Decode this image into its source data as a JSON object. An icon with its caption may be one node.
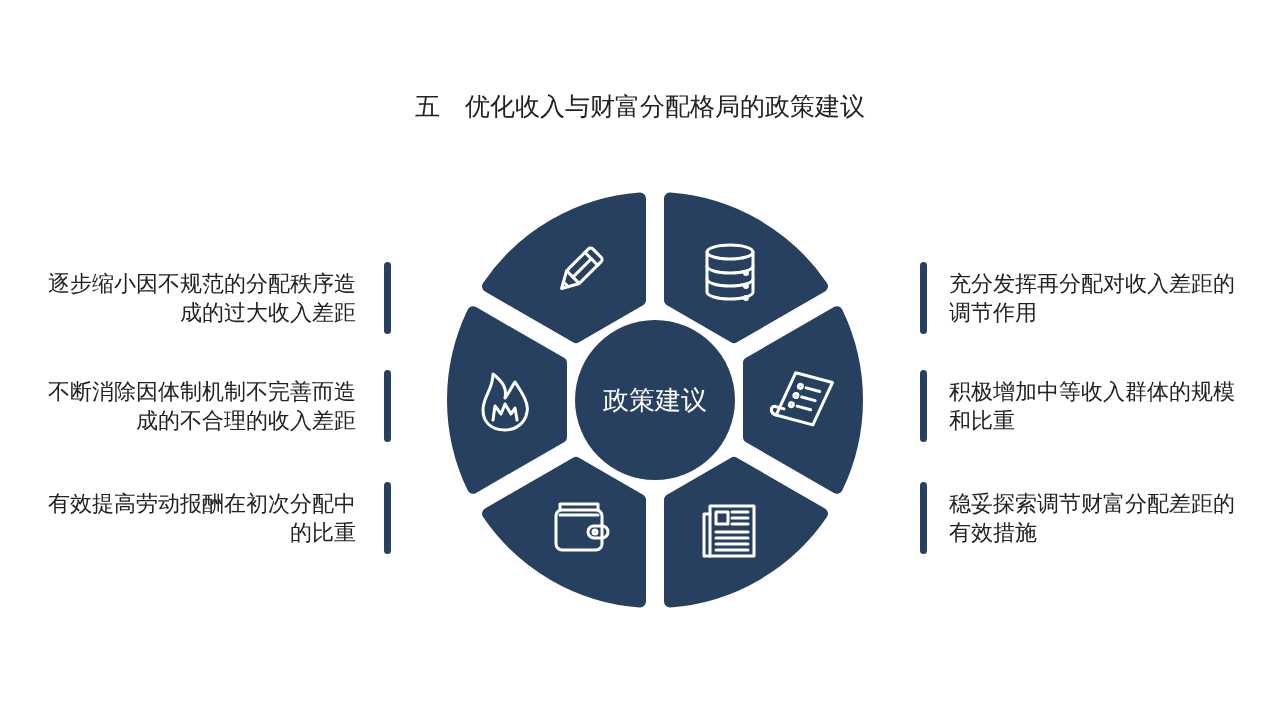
{
  "diagram": {
    "title": "五　优化收入与财富分配格局的政策建议",
    "nodes": [
      {
        "text": [
          "政策建议"
        ]
      },
      {
        "text": [],
        "shape": "sector"
      },
      {
        "text": [],
        "shape": "sector"
      },
      {
        "text": [],
        "shape": "sector"
      },
      {
        "text": [],
        "shape": "sector"
      },
      {
        "text": [],
        "shape": "sector"
      },
      {
        "text": [],
        "shape": "sector"
      }
    ],
    "labels": [
      "逐步缩小因不规范的分配秩序造成的过大收入差距",
      "充分发挥再分配对收入差距的调节作用",
      "不断消除因体制机制不完善而造成的不合理的收入差距",
      "积极增加中等收入群体的规模和比重",
      "有效提高劳动报酬在初次分配中的比重",
      "稳妥探索调节财富分配差距的有效措施"
    ]
  }
}
